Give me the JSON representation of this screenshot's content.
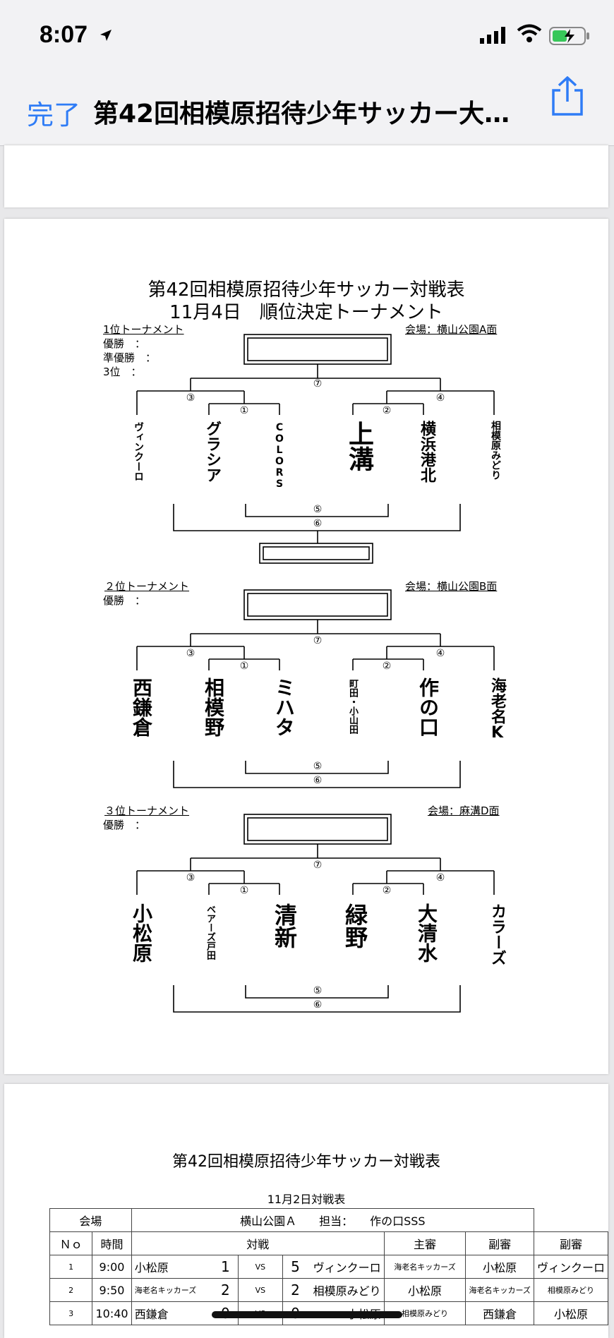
{
  "status": {
    "time": "8:07"
  },
  "nav": {
    "done_label": "完了",
    "title": "第42回相模原招待少年サッカー大…"
  },
  "bracket_sheet": {
    "title1": "第42回相模原招待少年サッカー対戦表",
    "title2": "11月4日　順位決定トーナメント",
    "t1": {
      "heading": "1位トーナメント",
      "venue": "会場：横山公園A面",
      "result_labels": [
        "優勝　：",
        "準優勝　：",
        "3位　："
      ],
      "teams": [
        "ヴィンクーロ",
        "グラシア",
        "COLORS",
        "上溝",
        "横浜港北",
        "相模原みどり"
      ]
    },
    "t2": {
      "heading": "２位トーナメント",
      "venue": "会場：横山公園B面",
      "result_labels": [
        "優勝　："
      ],
      "teams": [
        "西鎌倉",
        "相模野",
        "ミハタ",
        "町田・小山田",
        "作の口",
        "海老名K"
      ]
    },
    "t3": {
      "heading": "３位トーナメント",
      "venue": "会場：麻溝D面",
      "result_labels": [
        "優勝　："
      ],
      "teams": [
        "小松原",
        "ベアーズ戸田",
        "清新",
        "緑野",
        "大清水",
        "カラーズ"
      ]
    },
    "match_numbers": [
      "①",
      "②",
      "③",
      "④",
      "⑤",
      "⑥",
      "⑦"
    ]
  },
  "schedule_sheet": {
    "title": "第42回相模原招待少年サッカー対戦表",
    "subtitle": "11月2日対戦表",
    "venue_label": "会場",
    "venue_value": "横山公園Ａ　　担当：　　作の口SSS",
    "headers": [
      "Ｎｏ",
      "時間",
      "対戦",
      "主審",
      "副審",
      "副審"
    ],
    "rows": [
      {
        "no": "1",
        "time": "9:00",
        "home": "小松原",
        "hs": "1",
        "vs": "VS",
        "as": "5",
        "away": "ヴィンクーロ",
        "ref": "海老名キッカーズ",
        "a1": "小松原",
        "a2": "ヴィンクーロ"
      },
      {
        "no": "2",
        "time": "9:50",
        "home": "海老名キッカーズ",
        "hs": "2",
        "vs": "VS",
        "as": "2",
        "away": "相模原みどり",
        "ref": "小松原",
        "a1": "海老名キッカーズ",
        "a2": "相模原みどり"
      },
      {
        "no": "3",
        "time": "10:40",
        "home": "西鎌倉",
        "hs": "0",
        "vs": "VS",
        "as": "0",
        "away": "小松原",
        "ref": "相模原みどり",
        "a1": "西鎌倉",
        "a2": "小松原"
      }
    ]
  }
}
